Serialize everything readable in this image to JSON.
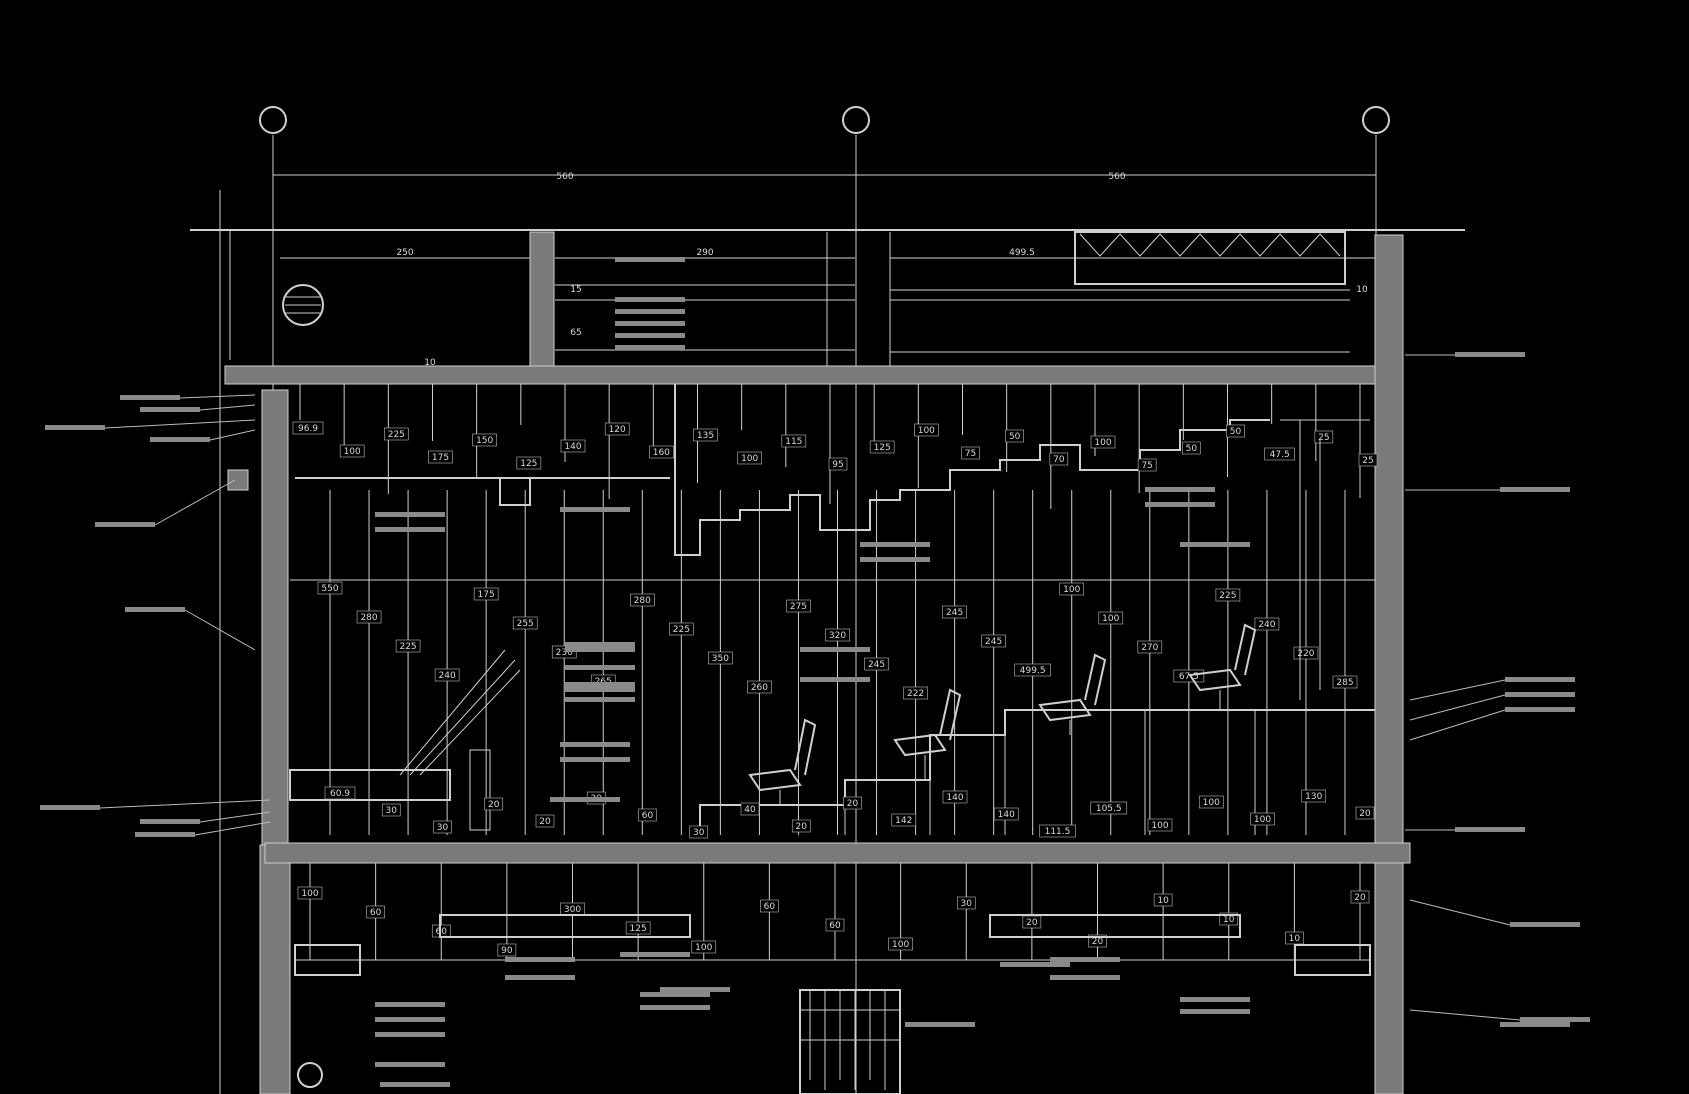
{
  "drawing": {
    "grid_bubbles": [
      "",
      "",
      ""
    ],
    "top_dims": [
      "560",
      "560"
    ],
    "upper_dims": [
      "250",
      "290",
      "499.5"
    ],
    "small_dims": [
      "15",
      "65",
      "10",
      "10"
    ],
    "ceiling_dims": [
      "96.9",
      "100",
      "225",
      "175",
      "150",
      "125",
      "140",
      "120",
      "160",
      "135",
      "100",
      "115",
      "95",
      "125",
      "100",
      "75",
      "50",
      "70",
      "100",
      "75",
      "50",
      "50",
      "47.5",
      "25",
      "25"
    ],
    "mid_dims": [
      "550",
      "280",
      "225",
      "240",
      "175",
      "255",
      "230",
      "265",
      "280",
      "225",
      "350",
      "260",
      "275",
      "320",
      "245",
      "222",
      "245",
      "245",
      "499.5",
      "100",
      "100",
      "270",
      "67.5",
      "225",
      "240",
      "220",
      "285"
    ],
    "lower_dims": [
      "60.9",
      "30",
      "30",
      "20",
      "20",
      "30",
      "60",
      "30",
      "40",
      "20",
      "20",
      "142",
      "140",
      "140",
      "111.5",
      "105.5",
      "100",
      "100",
      "100",
      "130",
      "20"
    ],
    "floor_dims": [
      "100",
      "60",
      "60",
      "90",
      "300",
      "125",
      "100",
      "60",
      "60",
      "100",
      "30",
      "20",
      "20",
      "10",
      "10",
      "10",
      "20"
    ]
  }
}
